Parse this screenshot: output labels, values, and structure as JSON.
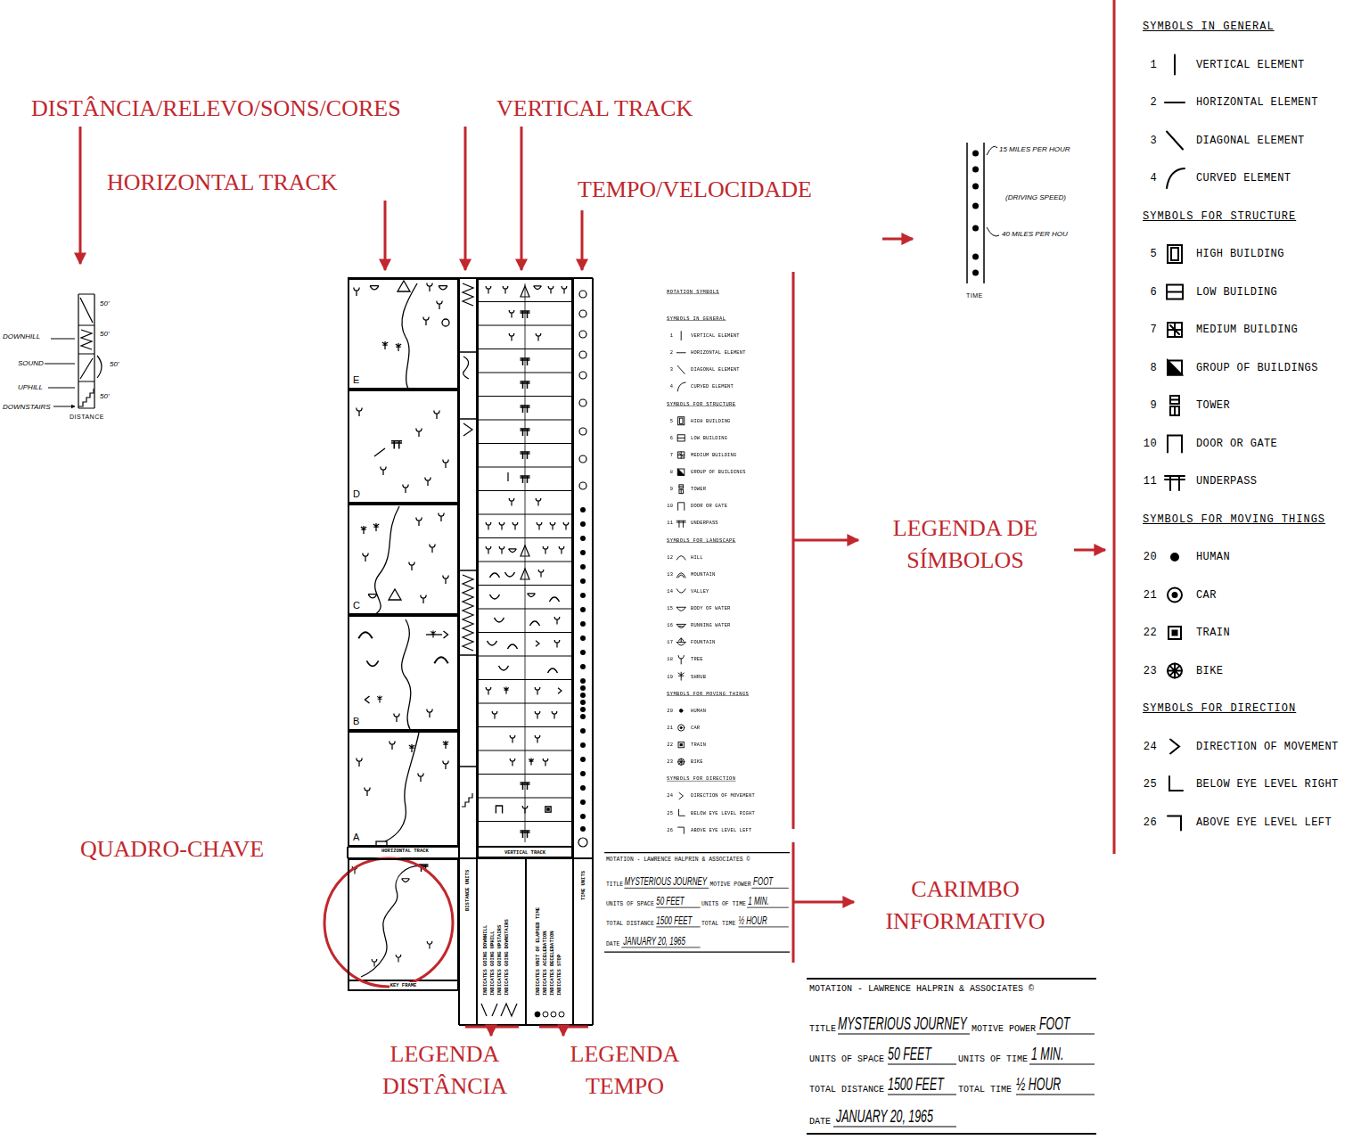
{
  "diagram": {
    "nodes": [
      {
        "text": [
          "E"
        ]
      },
      {
        "text": [
          "D"
        ]
      },
      {
        "text": [
          "C"
        ]
      },
      {
        "text": [
          "B"
        ]
      },
      {
        "text": [
          "A"
        ]
      },
      {
        "text": [
          "KEY FRAME"
        ]
      },
      {
        "text": [
          "VERTICAL TRACK"
        ]
      }
    ],
    "labels": [
      "DISTÂNCIA/RELEVO/SONS/CORES",
      "HORIZONTAL TRACK",
      "VERTICAL TRACK",
      "TEMPO/VELOCIDADE",
      "LEGENDA DE SÍMBOLOS",
      "QUADRO-CHAVE",
      "CARIMBO INFORMATIVO",
      "LEGENDA DISTÂNCIA",
      "LEGENDA TEMPO",
      "DOWNHILL",
      "SOUND",
      "UPHILL",
      "DOWNSTAIRS",
      "50'",
      "50'",
      "50'",
      "50'",
      "DISTANCE",
      "15 MILES PER HOUR",
      "(DRIVING SPEED)",
      "40 MILES PER HOU",
      "TIME",
      "HORIZONTAL TRACK",
      "DISTANCE UNITS",
      "INDICATES GOING DOWNHILL",
      "INDICATES GOING UPHILL",
      "INDICATES GOING UPSTAIRS",
      "INDICATES GOING DOWNSTAIRS",
      "INDICATES UNIT OF ELAPSED TIME",
      "INDICATES ACCELERATION",
      "INDICATES DECELERATION",
      "INDICATES STOP",
      "TIME UNITS",
      "MOTATION SYMBOLS",
      "SYMBOLS IN GENERAL",
      "1",
      "2",
      "3",
      "4",
      "SYMBOLS FOR STRUCTURE",
      "5",
      "6",
      "7",
      "8",
      "9",
      "10",
      "11",
      "SYMBOLS FOR LANDSCAPE",
      "12",
      "13",
      "14",
      "15",
      "16",
      "17",
      "18",
      "19",
      "SYMBOLS FOR MOVING THINGS",
      "20",
      "21",
      "22",
      "23",
      "SYMBOLS FOR DIRECTION",
      "24",
      "25",
      "26",
      "MOTATION - LAWRENCE HALPRIN & ASSOCIATES ©",
      "TITLE",
      "MYSTERIOUS JOURNEY",
      "MOTIVE POWER",
      "FOOT",
      "UNITS OF SPACE",
      "50 FEET",
      "UNITS OF TIME",
      "1 MIN.",
      "TOTAL DISTANCE",
      "1500 FEET",
      "TOTAL TIME",
      "½ HOUR",
      "DATE",
      "JANUARY 20, 1965",
      "SYMBOLS IN GENERAL",
      "1",
      "2",
      "3",
      "4",
      "SYMBOLS FOR STRUCTURE",
      "5",
      "6",
      "7",
      "8",
      "9",
      "10",
      "11",
      "SYMBOLS FOR MOVING THINGS",
      "20",
      "21",
      "22",
      "23",
      "SYMBOLS FOR DIRECTION",
      "24",
      "25",
      "26",
      "MOTATION - LAWRENCE HALPRIN & ASSOCIATES ©",
      "TITLE",
      "MYSTERIOUS JOURNEY",
      "MOTIVE POWER",
      "FOOT",
      "UNITS OF SPACE",
      "50 FEET",
      "UNITS OF TIME",
      "1 MIN.",
      "TOTAL DISTANCE",
      "1500 FEET",
      "TOTAL TIME",
      "½ HOUR",
      "DATE",
      "JANUARY 20, 1965"
    ],
    "legend": [
      {
        "text": "VERTICAL ELEMENT"
      },
      {
        "text": "HORIZONTAL ELEMENT"
      },
      {
        "text": "DIAGONAL ELEMENT"
      },
      {
        "text": "CURVED ELEMENT"
      },
      {
        "text": "HIGH BUILDING"
      },
      {
        "text": "LOW BUILDING"
      },
      {
        "text": "MEDIUM BUILDING"
      },
      {
        "text": "GROUP OF BUILDINGS"
      },
      {
        "text": "TOWER"
      },
      {
        "text": "DOOR OR GATE"
      },
      {
        "text": "UNDERPASS"
      },
      {
        "text": "HILL"
      },
      {
        "text": "MOUNTAIN"
      },
      {
        "text": "VALLEY"
      },
      {
        "text": "BODY OF WATER"
      },
      {
        "text": "RUNNING WATER"
      },
      {
        "text": "FOUNTAIN"
      },
      {
        "text": "TREE"
      },
      {
        "text": "SHRUB"
      },
      {
        "text": "HUMAN"
      },
      {
        "text": "CAR"
      },
      {
        "text": "TRAIN"
      },
      {
        "text": "BIKE"
      },
      {
        "text": "DIRECTION OF MOVEMENT"
      },
      {
        "text": "BELOW EYE LEVEL RIGHT"
      },
      {
        "text": "ABOVE EYE LEVEL LEFT"
      },
      {
        "text": "VERTICAL ELEMENT"
      },
      {
        "text": "HORIZONTAL ELEMENT"
      },
      {
        "text": "DIAGONAL ELEMENT"
      },
      {
        "text": "CURVED ELEMENT"
      },
      {
        "text": "HIGH BUILDING"
      },
      {
        "text": "LOW BUILDING"
      },
      {
        "text": "MEDIUM BUILDING"
      },
      {
        "text": "GROUP OF BUILDINGS"
      },
      {
        "text": "TOWER"
      },
      {
        "text": "DOOR OR GATE"
      },
      {
        "text": "UNDERPASS"
      },
      {
        "text": "HUMAN"
      },
      {
        "text": "CAR"
      },
      {
        "text": "TRAIN"
      },
      {
        "text": "BIKE"
      },
      {
        "text": "DIRECTION OF MOVEMENT"
      },
      {
        "text": "BELOW EYE LEVEL RIGHT"
      },
      {
        "text": "ABOVE EYE LEVEL LEFT"
      }
    ]
  }
}
